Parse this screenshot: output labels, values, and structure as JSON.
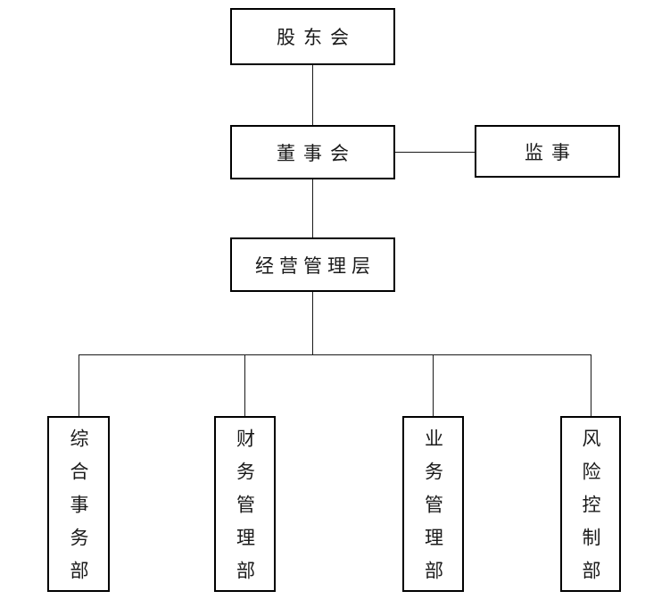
{
  "diagram": {
    "type": "org-chart",
    "colors": {
      "background": "#ffffff",
      "box_fill": "#ffffff",
      "box_border": "#000000",
      "line": "#1a1a1a",
      "text": "#1a1a1a"
    },
    "nodes": [
      {
        "id": "shareholders",
        "label": "股东会"
      },
      {
        "id": "board",
        "label": "董事会"
      },
      {
        "id": "supervisor",
        "label": "监事"
      },
      {
        "id": "management",
        "label": "经营管理层"
      },
      {
        "id": "general-affairs",
        "label": "综合事务部"
      },
      {
        "id": "finance-management",
        "label": "财务管理部"
      },
      {
        "id": "business-management",
        "label": "业务管理部"
      },
      {
        "id": "risk-control",
        "label": "风险控制部"
      }
    ],
    "edges": [
      {
        "from": "shareholders",
        "to": "board"
      },
      {
        "from": "board",
        "to": "supervisor"
      },
      {
        "from": "board",
        "to": "management"
      },
      {
        "from": "management",
        "to": "general-affairs"
      },
      {
        "from": "management",
        "to": "finance-management"
      },
      {
        "from": "management",
        "to": "business-management"
      },
      {
        "from": "management",
        "to": "risk-control"
      }
    ]
  }
}
